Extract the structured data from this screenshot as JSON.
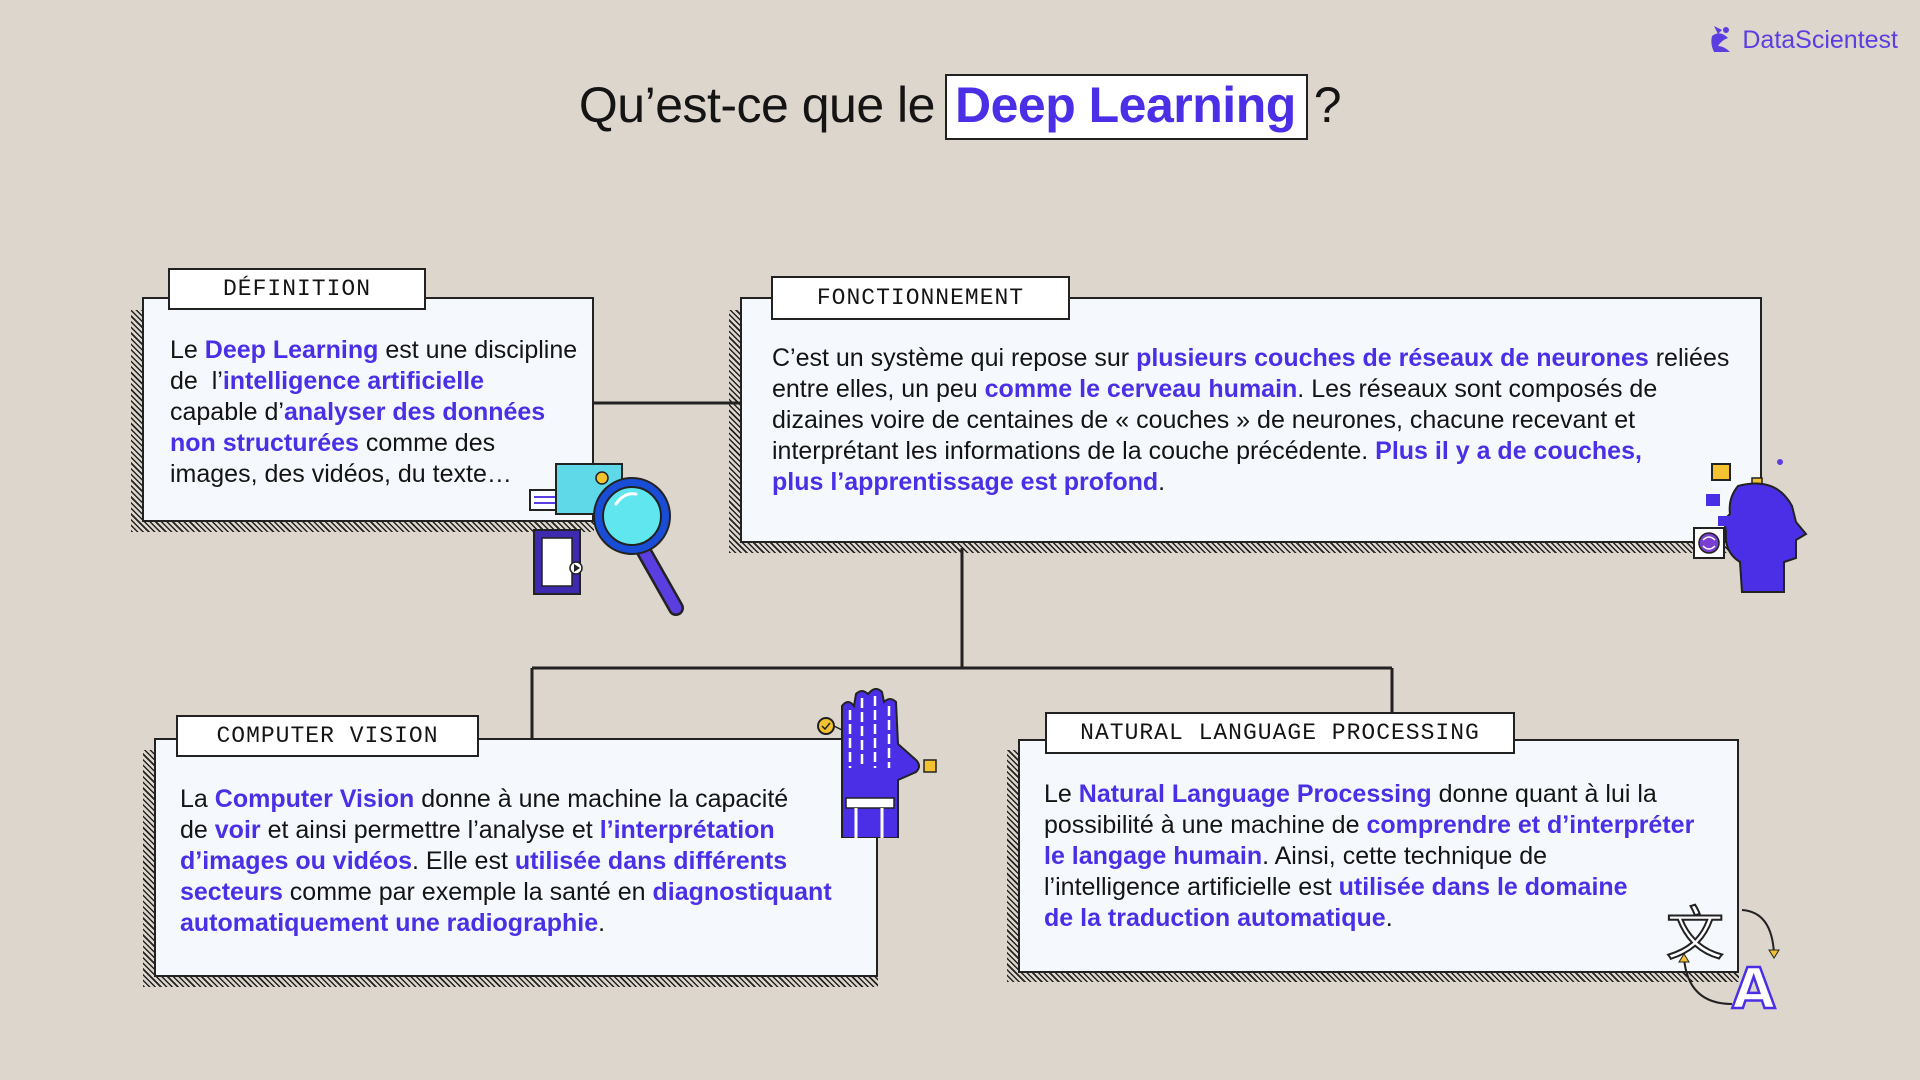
{
  "brand": {
    "name": "DataScientest",
    "color": "#5b3ee0"
  },
  "title": {
    "prefix": "Qu’est-ce que le",
    "highlight": "Deep Learning",
    "suffix": "?"
  },
  "accent": "#4b2fe6",
  "boxes": {
    "definition": {
      "tag": "DÉFINITION",
      "lines": [
        [
          {
            "t": "Le "
          },
          {
            "t": "Deep Learning",
            "b": true
          },
          {
            "t": " est une discipline"
          }
        ],
        [
          {
            "t": "de  l’"
          },
          {
            "t": "intelligence artificielle",
            "b": true
          }
        ],
        [
          {
            "t": "capable d’"
          },
          {
            "t": "analyser des données",
            "b": true
          }
        ],
        [
          {
            "t": "non structurées",
            "b": true
          },
          {
            "t": " comme des"
          }
        ],
        [
          {
            "t": "images, des vidéos, du texte…"
          }
        ]
      ]
    },
    "fonctionnement": {
      "tag": "FONCTIONNEMENT",
      "lines": [
        [
          {
            "t": "C’est un système qui repose sur "
          },
          {
            "t": "plusieurs couches de réseaux de neurones",
            "b": true
          },
          {
            "t": " reliées"
          }
        ],
        [
          {
            "t": "entre elles, un peu "
          },
          {
            "t": "comme le cerveau humain",
            "b": true
          },
          {
            "t": ". Les réseaux sont composés de"
          }
        ],
        [
          {
            "t": "dizaines voire de centaines de « couches » de neurones, chacune recevant et"
          }
        ],
        [
          {
            "t": "interprétant les informations de la couche précédente. "
          },
          {
            "t": "Plus il y a de couches,",
            "b": true
          }
        ],
        [
          {
            "t": "plus l’apprentissage est profond",
            "b": true
          },
          {
            "t": "."
          }
        ]
      ]
    },
    "computer_vision": {
      "tag": "COMPUTER VISION",
      "lines": [
        [
          {
            "t": "La "
          },
          {
            "t": "Computer Vision",
            "b": true
          },
          {
            "t": " donne à une machine la capacité"
          }
        ],
        [
          {
            "t": "de "
          },
          {
            "t": "voir",
            "b": true
          },
          {
            "t": " et ainsi permettre l’analyse et "
          },
          {
            "t": "l’interprétation",
            "b": true
          }
        ],
        [
          {
            "t": "d’images ou vidéos",
            "b": true
          },
          {
            "t": ". Elle est "
          },
          {
            "t": "utilisée dans différents",
            "b": true
          }
        ],
        [
          {
            "t": "secteurs",
            "b": true
          },
          {
            "t": " comme par exemple la santé en "
          },
          {
            "t": "diagnostiquant",
            "b": true
          }
        ],
        [
          {
            "t": "automatiquement une radiographie",
            "b": true
          },
          {
            "t": "."
          }
        ]
      ]
    },
    "nlp": {
      "tag": "NATURAL LANGUAGE PROCESSING",
      "lines": [
        [
          {
            "t": "Le "
          },
          {
            "t": "Natural Language Processing",
            "b": true
          },
          {
            "t": " donne quant à lui la"
          }
        ],
        [
          {
            "t": "possibilité à une machine de "
          },
          {
            "t": "comprendre et d’interpréter",
            "b": true
          }
        ],
        [
          {
            "t": "le langage humain",
            "b": true
          },
          {
            "t": ". Ainsi, cette technique de"
          }
        ],
        [
          {
            "t": "l’intelligence artificielle est "
          },
          {
            "t": "utilisée dans le domaine",
            "b": true
          }
        ],
        [
          {
            "t": "de la traduction automatique",
            "b": true
          },
          {
            "t": "."
          }
        ]
      ]
    }
  },
  "icons": {
    "search": "magnifier-icon",
    "head": "ai-head-icon",
    "hand": "robot-hand-icon",
    "translate": "translate-icon",
    "translate_glyphs": {
      "source": "文",
      "target": "A"
    }
  }
}
